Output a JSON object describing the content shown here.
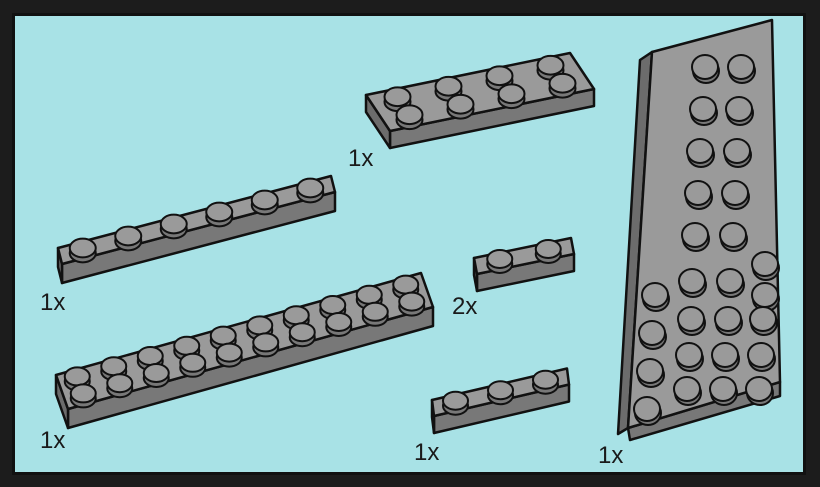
{
  "page": {
    "background_color": "#a8e2e6",
    "frame_color": "#1c1c1c",
    "part_color": "#9a9a9a",
    "outline_color": "#111111"
  },
  "parts": [
    {
      "id": "plate-2x4",
      "quantity": "1x"
    },
    {
      "id": "plate-1x6",
      "quantity": "1x"
    },
    {
      "id": "plate-2x10",
      "quantity": "1x"
    },
    {
      "id": "plate-1x2",
      "quantity": "2x"
    },
    {
      "id": "plate-1x3",
      "quantity": "1x"
    },
    {
      "id": "wedge-plate",
      "quantity": "1x"
    }
  ]
}
